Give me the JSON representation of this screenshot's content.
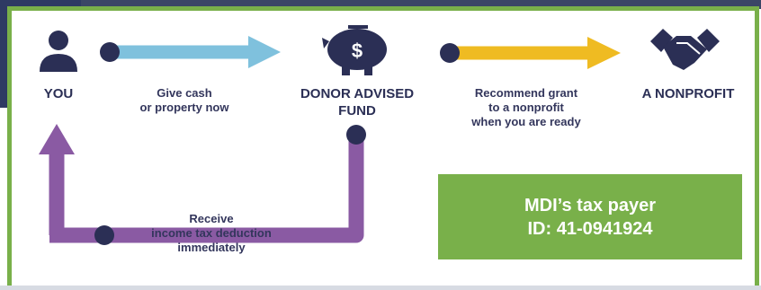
{
  "nodes": {
    "you": "YOU",
    "daf_line1": "DONOR ADVISED",
    "daf_line2": "FUND",
    "nonprofit": "A NONPROFIT"
  },
  "steps": {
    "give_line1": "Give cash",
    "give_line2": "or property now",
    "recommend_line1": "Recommend grant",
    "recommend_line2": "to a nonprofit",
    "recommend_line3": "when you are ready",
    "receive_line1": "Receive",
    "receive_line2": "income tax deduction",
    "receive_line3": "immediately"
  },
  "badge": {
    "line1": "MDI’s tax payer",
    "line2": "ID: 41-0941924"
  },
  "icons": {
    "you": "person-icon",
    "daf": "piggy-bank-dollar-icon",
    "nonprofit": "handshake-icon"
  },
  "colors": {
    "navy": "#2b2f55",
    "blue_arrow": "#7fc1dd",
    "yellow_arrow": "#efbb22",
    "purple_arrow": "#8a5aa3",
    "green": "#79b04a"
  }
}
